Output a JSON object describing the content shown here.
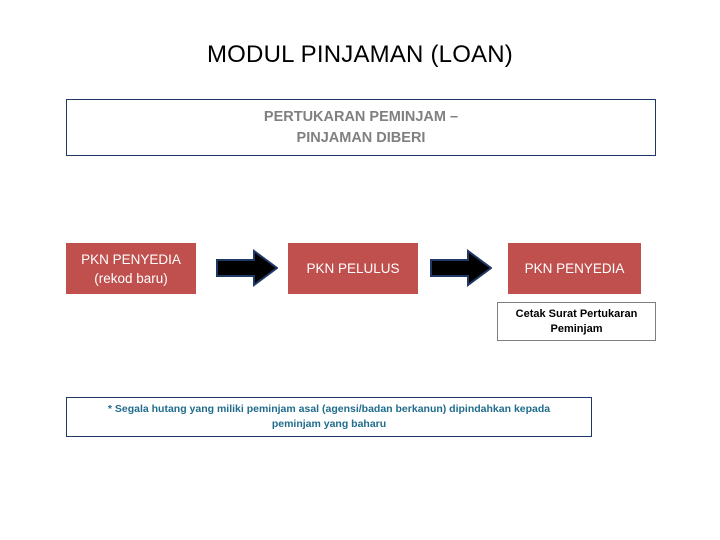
{
  "slide": {
    "title": "MODUL PINJAMAN (LOAN)",
    "background_color": "#FFFFFF"
  },
  "banner": {
    "line1": "PERTUKARAN PEMINJAM –",
    "line2": "PINJAMAN DIBERI",
    "text_color": "#808080",
    "border_color": "#1F3864"
  },
  "flow": {
    "box_fill_color": "#C0504D",
    "box_text_color": "#FFFFFF",
    "arrow_fill_color": "#000000",
    "arrow_outline_color": "#1F3864",
    "steps": [
      {
        "line1": "PKN PENYEDIA",
        "line2": "(rekod baru)"
      },
      {
        "line1": "PKN PELULUS",
        "line2": ""
      },
      {
        "line1": "PKN PENYEDIA",
        "line2": ""
      }
    ],
    "arrows": [
      {
        "name": "arrow-right-1"
      },
      {
        "name": "arrow-right-2"
      }
    ]
  },
  "output_note": {
    "line1": "Cetak Surat Pertukaran",
    "line2": "Peminjam",
    "text_color": "#000000",
    "border_color": "#7F7F7F"
  },
  "footnote": {
    "line1": "* Segala hutang yang miliki peminjam asal (agensi/badan berkanun) dipindahkan kepada",
    "line2": "peminjam yang baharu",
    "text_color": "#1F6C8C",
    "border_color": "#1F3864"
  }
}
